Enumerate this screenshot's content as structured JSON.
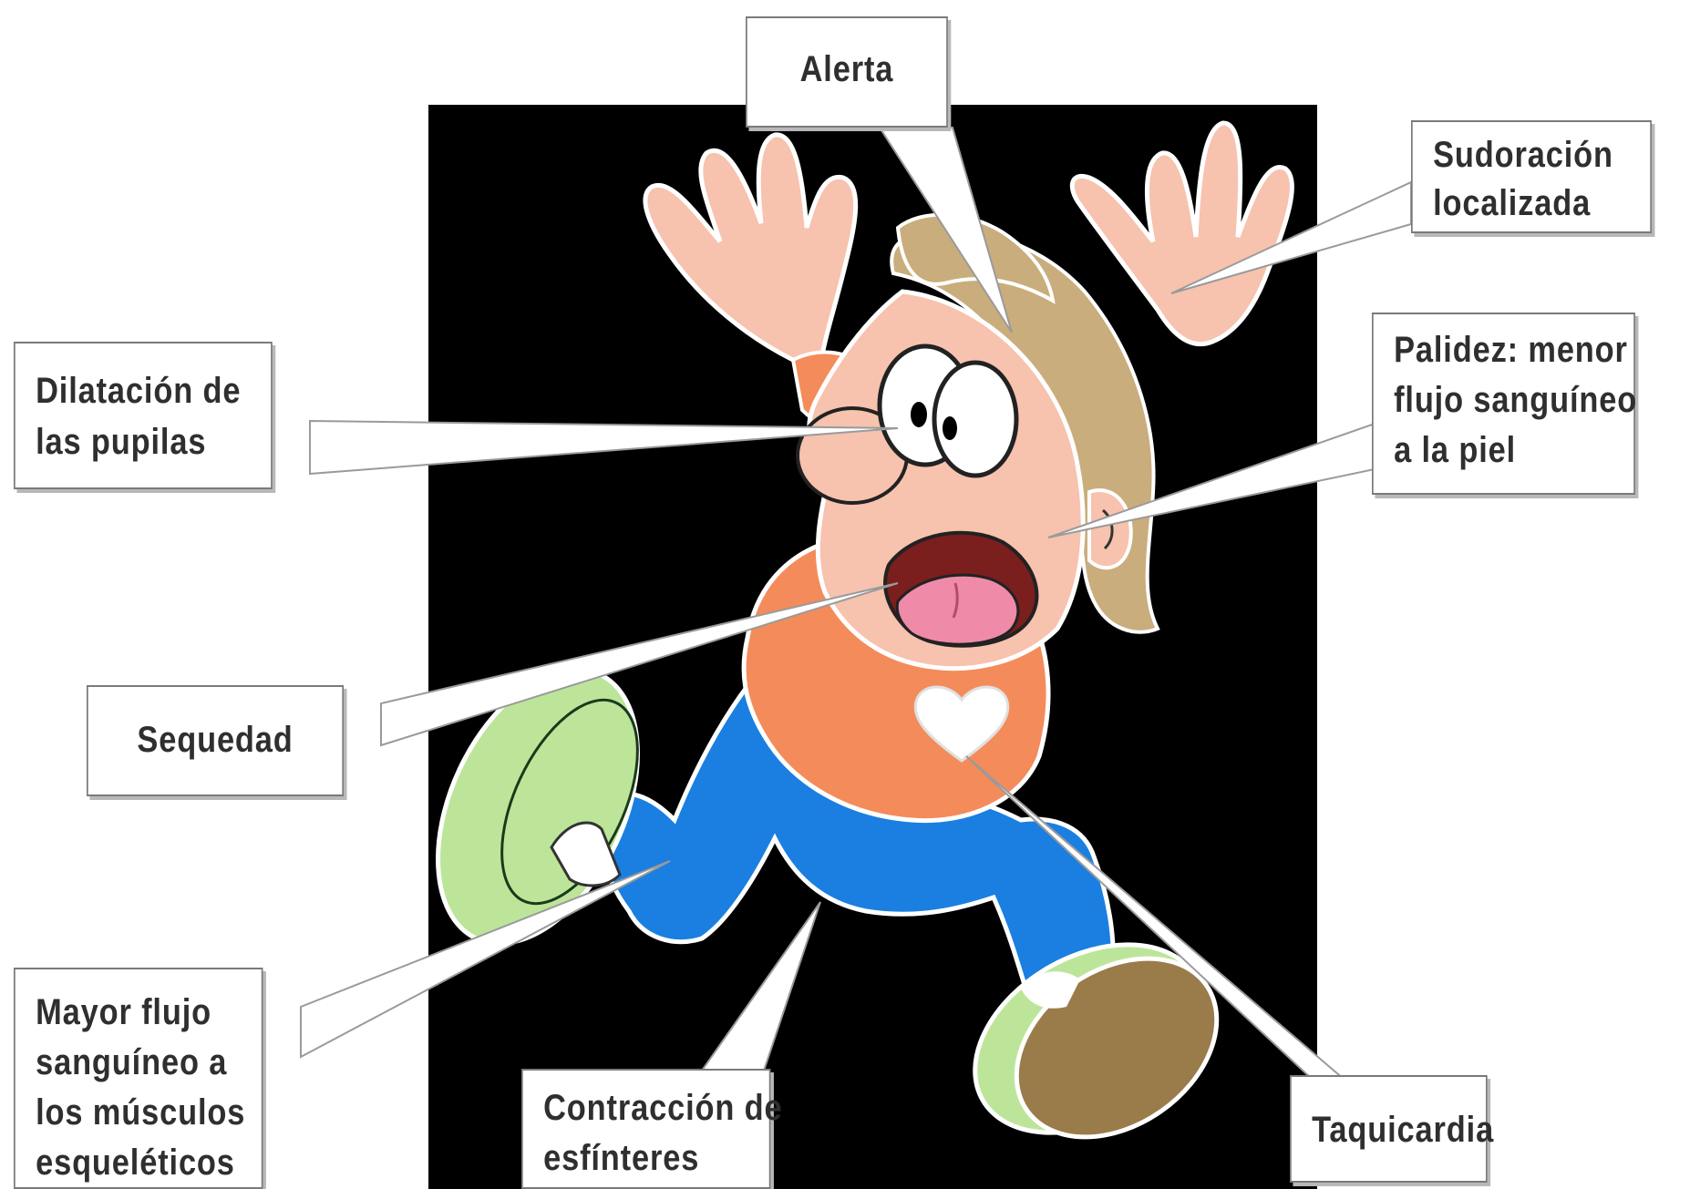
{
  "diagram": {
    "colors": {
      "background": "#000000",
      "skin": "#f7c2ae",
      "hair": "#c9ad7c",
      "shirt": "#f48b5a",
      "pants": "#1a7fe0",
      "shoe_green": "#bde59a",
      "shoe_brown": "#9a7b4a",
      "mouth": "#7a1e1e",
      "tongue": "#ef8aa8",
      "heart": "#ffffff"
    },
    "labels": {
      "alerta": {
        "lines": [
          "Alerta"
        ]
      },
      "sudoracion": {
        "lines": [
          "Sudoración",
          "localizada"
        ]
      },
      "dilatacion": {
        "lines": [
          "Dilatación de",
          "las pupilas"
        ]
      },
      "palidez": {
        "lines": [
          "Palidez: menor",
          "flujo sanguíneo",
          "a la piel"
        ]
      },
      "sequedad": {
        "lines": [
          "Sequedad"
        ]
      },
      "mayor_flujo": {
        "lines": [
          "Mayor flujo",
          "sanguíneo a",
          "los músculos",
          "esqueléticos"
        ]
      },
      "contraccion": {
        "lines": [
          "Contracción de",
          "esfínteres"
        ]
      },
      "taquicardia": {
        "lines": [
          "Taquicardia"
        ]
      }
    }
  }
}
